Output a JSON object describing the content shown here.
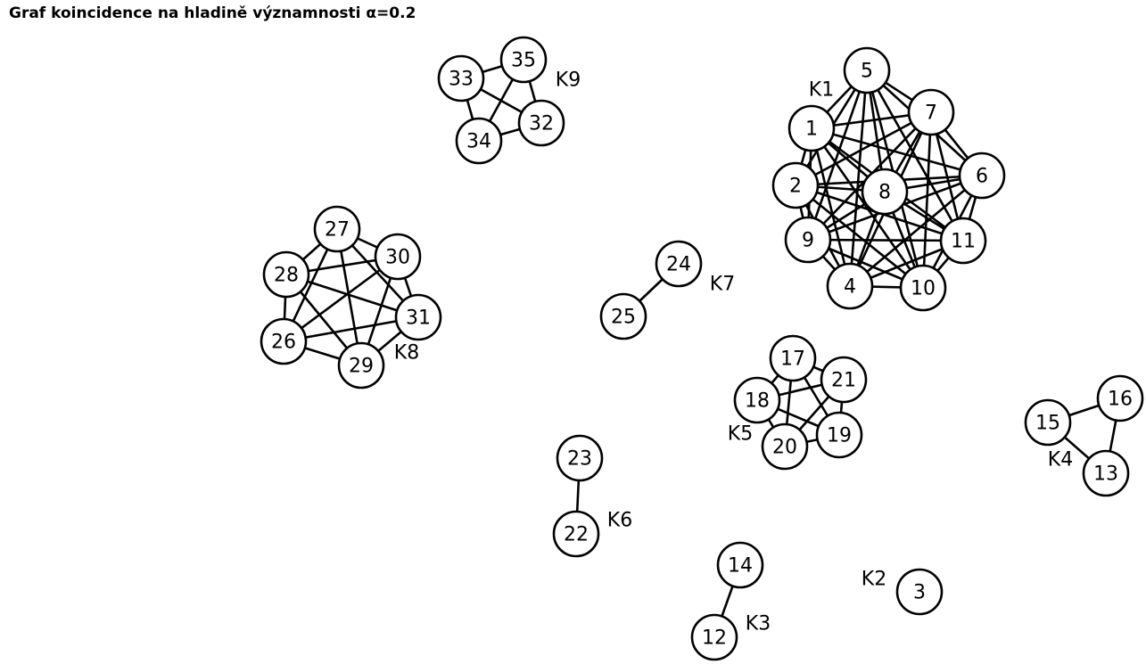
{
  "title": "Graf koincidence na hladině významnosti α=0.2",
  "components": [
    {
      "label": "K1",
      "nodes": [
        "1",
        "2",
        "4",
        "5",
        "6",
        "7",
        "8",
        "9",
        "10",
        "11"
      ],
      "edges": [
        [
          "1",
          "2"
        ],
        [
          "1",
          "4"
        ],
        [
          "1",
          "5"
        ],
        [
          "1",
          "6"
        ],
        [
          "1",
          "7"
        ],
        [
          "1",
          "8"
        ],
        [
          "1",
          "9"
        ],
        [
          "1",
          "10"
        ],
        [
          "1",
          "11"
        ],
        [
          "2",
          "4"
        ],
        [
          "2",
          "5"
        ],
        [
          "2",
          "6"
        ],
        [
          "2",
          "7"
        ],
        [
          "2",
          "8"
        ],
        [
          "2",
          "9"
        ],
        [
          "2",
          "10"
        ],
        [
          "2",
          "11"
        ],
        [
          "4",
          "5"
        ],
        [
          "4",
          "6"
        ],
        [
          "4",
          "7"
        ],
        [
          "4",
          "8"
        ],
        [
          "4",
          "9"
        ],
        [
          "4",
          "10"
        ],
        [
          "4",
          "11"
        ],
        [
          "5",
          "6"
        ],
        [
          "5",
          "7"
        ],
        [
          "5",
          "8"
        ],
        [
          "5",
          "9"
        ],
        [
          "5",
          "10"
        ],
        [
          "5",
          "11"
        ],
        [
          "6",
          "7"
        ],
        [
          "6",
          "8"
        ],
        [
          "6",
          "9"
        ],
        [
          "6",
          "10"
        ],
        [
          "6",
          "11"
        ],
        [
          "7",
          "8"
        ],
        [
          "7",
          "9"
        ],
        [
          "7",
          "10"
        ],
        [
          "7",
          "11"
        ],
        [
          "8",
          "9"
        ],
        [
          "8",
          "10"
        ],
        [
          "8",
          "11"
        ],
        [
          "9",
          "10"
        ],
        [
          "9",
          "11"
        ],
        [
          "10",
          "11"
        ]
      ]
    },
    {
      "label": "K2",
      "nodes": [
        "3"
      ],
      "edges": []
    },
    {
      "label": "K3",
      "nodes": [
        "12",
        "14"
      ],
      "edges": [
        [
          "12",
          "14"
        ]
      ]
    },
    {
      "label": "K4",
      "nodes": [
        "13",
        "15",
        "16"
      ],
      "edges": [
        [
          "15",
          "16"
        ],
        [
          "15",
          "13"
        ],
        [
          "16",
          "13"
        ]
      ]
    },
    {
      "label": "K5",
      "nodes": [
        "17",
        "18",
        "19",
        "20",
        "21"
      ],
      "edges": [
        [
          "17",
          "18"
        ],
        [
          "17",
          "19"
        ],
        [
          "17",
          "20"
        ],
        [
          "17",
          "21"
        ],
        [
          "18",
          "19"
        ],
        [
          "18",
          "20"
        ],
        [
          "18",
          "21"
        ],
        [
          "19",
          "20"
        ],
        [
          "19",
          "21"
        ],
        [
          "20",
          "21"
        ]
      ]
    },
    {
      "label": "K6",
      "nodes": [
        "22",
        "23"
      ],
      "edges": [
        [
          "22",
          "23"
        ]
      ]
    },
    {
      "label": "K7",
      "nodes": [
        "24",
        "25"
      ],
      "edges": [
        [
          "24",
          "25"
        ]
      ]
    },
    {
      "label": "K8",
      "nodes": [
        "26",
        "27",
        "28",
        "29",
        "30",
        "31"
      ],
      "edges": [
        [
          "26",
          "27"
        ],
        [
          "26",
          "28"
        ],
        [
          "26",
          "29"
        ],
        [
          "26",
          "30"
        ],
        [
          "26",
          "31"
        ],
        [
          "27",
          "28"
        ],
        [
          "27",
          "29"
        ],
        [
          "27",
          "30"
        ],
        [
          "27",
          "31"
        ],
        [
          "28",
          "29"
        ],
        [
          "28",
          "30"
        ],
        [
          "28",
          "31"
        ],
        [
          "29",
          "30"
        ],
        [
          "29",
          "31"
        ],
        [
          "30",
          "31"
        ]
      ]
    },
    {
      "label": "K9",
      "nodes": [
        "32",
        "33",
        "34",
        "35"
      ],
      "edges": [
        [
          "32",
          "33"
        ],
        [
          "32",
          "34"
        ],
        [
          "32",
          "35"
        ],
        [
          "33",
          "34"
        ],
        [
          "33",
          "35"
        ],
        [
          "34",
          "35"
        ]
      ]
    }
  ]
}
